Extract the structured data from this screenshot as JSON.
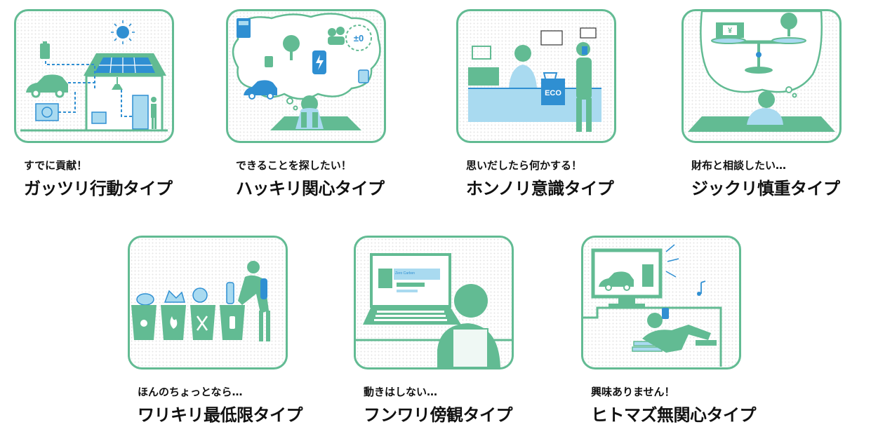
{
  "colors": {
    "green": "#62bb93",
    "blue": "#2f8fd2",
    "light_blue": "#a9daf0",
    "dark": "#111111"
  },
  "types": [
    {
      "subtitle": "すでに貢献！",
      "title": "ガッツリ行動タイプ",
      "icon": "solar-house-icon"
    },
    {
      "subtitle": "できることを探したい！",
      "title": "ハッキリ関心タイプ",
      "icon": "thinking-person-icon",
      "badge": "±0"
    },
    {
      "subtitle": "思いだしたら何かする！",
      "title": "ホンノリ意識タイプ",
      "icon": "eco-shopping-icon",
      "badge": "ECO"
    },
    {
      "subtitle": "財布と相談したい…",
      "title": "ジックリ慎重タイプ",
      "icon": "balance-scale-icon",
      "badge": "¥"
    },
    {
      "subtitle": "ほんのちょっとなら…",
      "title": "ワリキリ最低限タイプ",
      "icon": "recycling-bins-icon"
    },
    {
      "subtitle": "動きはしない…",
      "title": "フンワリ傍観タイプ",
      "icon": "laptop-viewer-icon",
      "badge": "Zero Carbon"
    },
    {
      "subtitle": "興味ありません！",
      "title": "ヒトマズ無関心タイプ",
      "icon": "tv-smartphone-icon"
    }
  ]
}
